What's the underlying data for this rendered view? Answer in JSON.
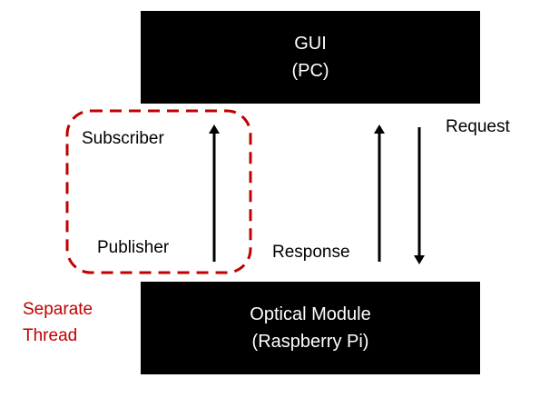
{
  "colors": {
    "block_fill": "#000000",
    "block_text": "#ffffff",
    "thread_accent": "#c00000",
    "arrow": "#000000"
  },
  "gui_block": {
    "line1": "GUI",
    "line2": "(PC)"
  },
  "optical_block": {
    "line1": "Optical Module",
    "line2": "(Raspberry Pi)"
  },
  "labels": {
    "subscriber": "Subscriber",
    "publisher": "Publisher",
    "response": "Response",
    "request": "Request"
  },
  "thread_note": {
    "line1": "Separate",
    "line2": "Thread"
  }
}
